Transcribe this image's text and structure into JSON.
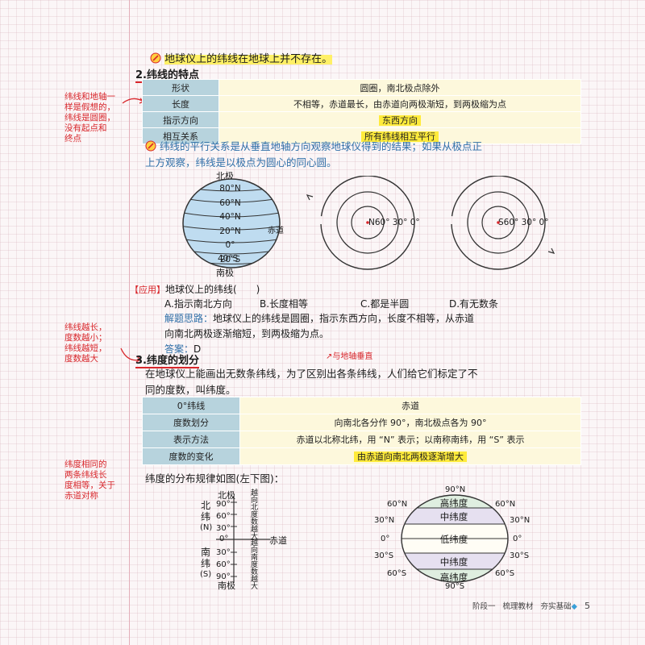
{
  "top_note": "地球仪上的纬线在地球上并不存在。",
  "s2": {
    "title": "2.纬线的特点",
    "rows": [
      {
        "k": "形状",
        "v": "圆圈，南北极点除外"
      },
      {
        "k": "长度",
        "v": "不相等，赤道最长，由赤道向两极渐短，到两极缩为点"
      },
      {
        "k": "指示方向",
        "v": "东西方向"
      },
      {
        "k": "相互关系",
        "v": "所有纬线相互平行"
      }
    ],
    "note_line1": "纬线的平行关系是从垂直地轴方向观察地球仪得到的结果；如果从极点正",
    "note_line2": "上方观察，纬线是以极点为圆心的同心圆。"
  },
  "side_notes": {
    "n1": [
      "纬线和地轴一",
      "样是假想的，",
      "纬线是圆圈，",
      "没有起点和",
      "终点"
    ],
    "n2": [
      "纬线越长，",
      "度数越小；",
      "纬线越短，",
      "度数越大"
    ],
    "n3": [
      "纬度相同的",
      "两条纬线长",
      "度相等，关于",
      "赤道对称"
    ],
    "bubble": "与地轴垂直"
  },
  "globe1": {
    "north": "北极",
    "south": "南极",
    "equator": "赤道",
    "labels": [
      "80°N",
      "60°N",
      "40°N",
      "20°N",
      "0°",
      "20°S",
      "40°S"
    ]
  },
  "polar_n": {
    "labels": "N60° 30° 0°"
  },
  "polar_s": {
    "labels": "S60° 30° 0°"
  },
  "app": {
    "tag": "【应用】",
    "question": "地球仪上的纬线(　　)",
    "options": [
      "A.指示南北方向",
      "B.长度相等",
      "C.都是半圆",
      "D.有无数条"
    ],
    "hint_label": "解题思路：",
    "hint_line1": "地球仪上的纬线是圆圈，指示东西方向，长度不相等，从赤道",
    "hint_line2": "向南北两极逐渐缩短，到两极缩为点。",
    "answer_label": "答案：",
    "answer": "D"
  },
  "s3": {
    "title": "3.纬度的划分",
    "para1": "在地球仪上能画出无数条纬线，为了区别出各条纬线，人们给它们标定了不",
    "para2": "同的度数，叫纬度。",
    "rows": [
      {
        "k": "0°纬线",
        "v": "赤道"
      },
      {
        "k": "度数划分",
        "v": "向南北各分作 90°，南北极点各为 90°"
      },
      {
        "k": "表示方法",
        "v": "赤道以北称北纬，用 “N” 表示；以南称南纬，用 “S” 表示"
      },
      {
        "k": "度数的变化",
        "v": "由赤道向南北两极逐渐增大"
      }
    ],
    "dist": "纬度的分布规律如图(左下图)："
  },
  "scale": {
    "north_pole": "北极",
    "south_pole": "南极",
    "equator": "赤道",
    "north": "北纬",
    "north_abbr": "(N)",
    "south": "南纬",
    "south_abbr": "(S)",
    "ticks_n": [
      "90°",
      "60°",
      "30°"
    ],
    "zero": "0°",
    "ticks_s": [
      "30°",
      "60°",
      "90°"
    ],
    "up_note": "越向北度数越大",
    "down_note": "越向南度数越大"
  },
  "globe2": {
    "top": "90°N",
    "bottom": "90°S",
    "left": [
      "60°N",
      "30°N",
      "0°",
      "30°S",
      "60°S"
    ],
    "right": [
      "60°N",
      "30°N",
      "0°",
      "30°S",
      "60°S"
    ],
    "bands": [
      "高纬度",
      "中纬度",
      "低纬度",
      "中纬度",
      "高纬度"
    ]
  },
  "footer": {
    "stage": "阶段一",
    "book": "梳理教材",
    "base": "夯实基础",
    "page": "5"
  }
}
